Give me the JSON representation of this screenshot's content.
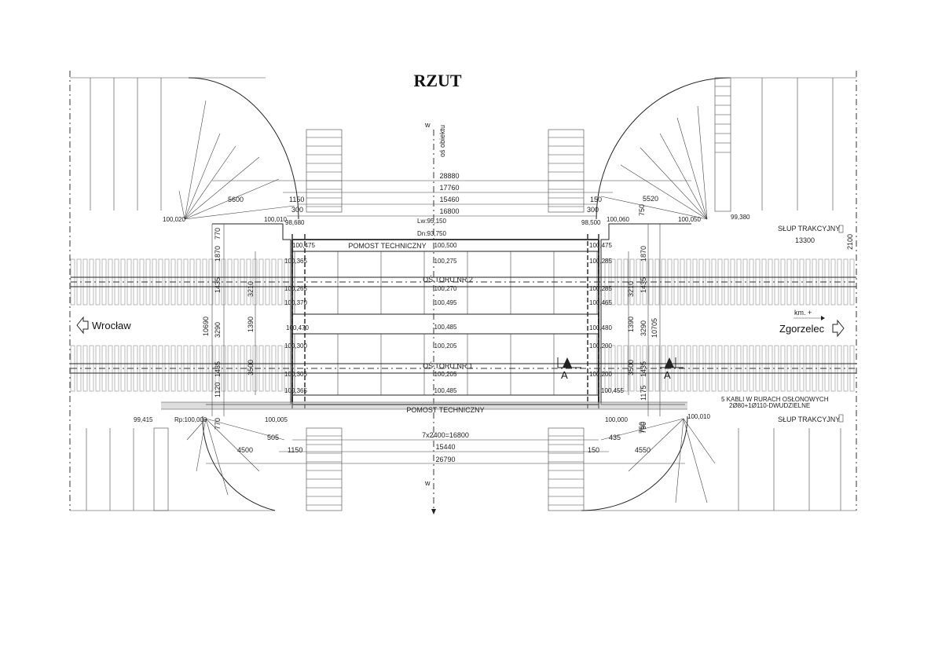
{
  "title": "RZUT",
  "directions": {
    "west": "Wrocław",
    "east": "Zgorzelec",
    "km": "km. +"
  },
  "axis": {
    "object_axis": "oś obiektu",
    "w_top": "w",
    "w_bottom": "w"
  },
  "platforms": {
    "top": "POMOST TECHNICZNY",
    "bottom": "POMOST TECHNICZNY"
  },
  "tracks": {
    "track2": "OŚ TORU NR 2",
    "track1": "OŚ TORU NR 1"
  },
  "section": "A",
  "poles": {
    "top": "SŁUP TRAKCYJNY",
    "bottom": "SŁUP TRAKCYJNY"
  },
  "cables": {
    "line1": "5 KABLI W RURACH OSŁONOWYCH",
    "line2": "2Ø80+1Ø110-DWUDZIELNE"
  },
  "lw": "Lw:95,150",
  "dn": "Dn:93,750",
  "rp": "Rp:100,000",
  "dims_top": [
    "28880",
    "17760",
    "15460",
    "16800"
  ],
  "dims_bottom": [
    "7x2400=16800",
    "15440",
    "26790"
  ],
  "side_dims": {
    "d1150a": "1150",
    "d300a": "300",
    "d5600": "5600",
    "d150b": "150",
    "d300b": "300",
    "d5520": "5520",
    "d750a": "750",
    "d13300": "13300",
    "d2100": "2100",
    "d505": "505",
    "d1150c": "1150",
    "d4500": "4500",
    "d435": "435",
    "d150d": "150",
    "d4550": "4550",
    "d750b": "750"
  },
  "left_vert": {
    "d770": "770",
    "d1870": "1870",
    "d1435a": "1435",
    "d3210": "3210",
    "d10690": "10690",
    "d3290": "3290",
    "d1390": "1390",
    "d1435b": "1435",
    "d3500": "3500",
    "d1120": "1120",
    "d770b": "770"
  },
  "right_vert": {
    "d1870": "1870",
    "d1435a": "1435",
    "d3210": "3210",
    "d10705": "10705",
    "d3290": "3290",
    "d1390": "1390",
    "d1435b": "1435",
    "d3500": "3500",
    "d1175": "1175",
    "d750": "750"
  },
  "levels": {
    "l100020": "100,020",
    "l100010a": "100,010",
    "l98680": "98,680",
    "l98500": "98,500",
    "l100060": "100,060",
    "l100050": "100,050",
    "l99380": "99,380",
    "l99415": "99,415",
    "l100005": "100,005",
    "l100000": "100,000",
    "l100010b": "100,010",
    "L475": "100,475",
    "L365": "100,365",
    "L265": "100,265",
    "L370": "100,370",
    "L470": "100,470",
    "L300": "100,300",
    "L305": "100,305",
    "L365b": "100,365",
    "R475": "100,475",
    "R285": "100,285",
    "R285b": "100,285",
    "R465": "100,465",
    "R480": "100,480",
    "R200": "100,200",
    "R200b": "100,200",
    "R455": "100,455",
    "C500": "100,500",
    "C275": "100,275",
    "C270": "100,270",
    "C495": "100,495",
    "C485": "100,485",
    "C205": "100,205",
    "C205b": "100,205",
    "C485b": "100,485"
  }
}
